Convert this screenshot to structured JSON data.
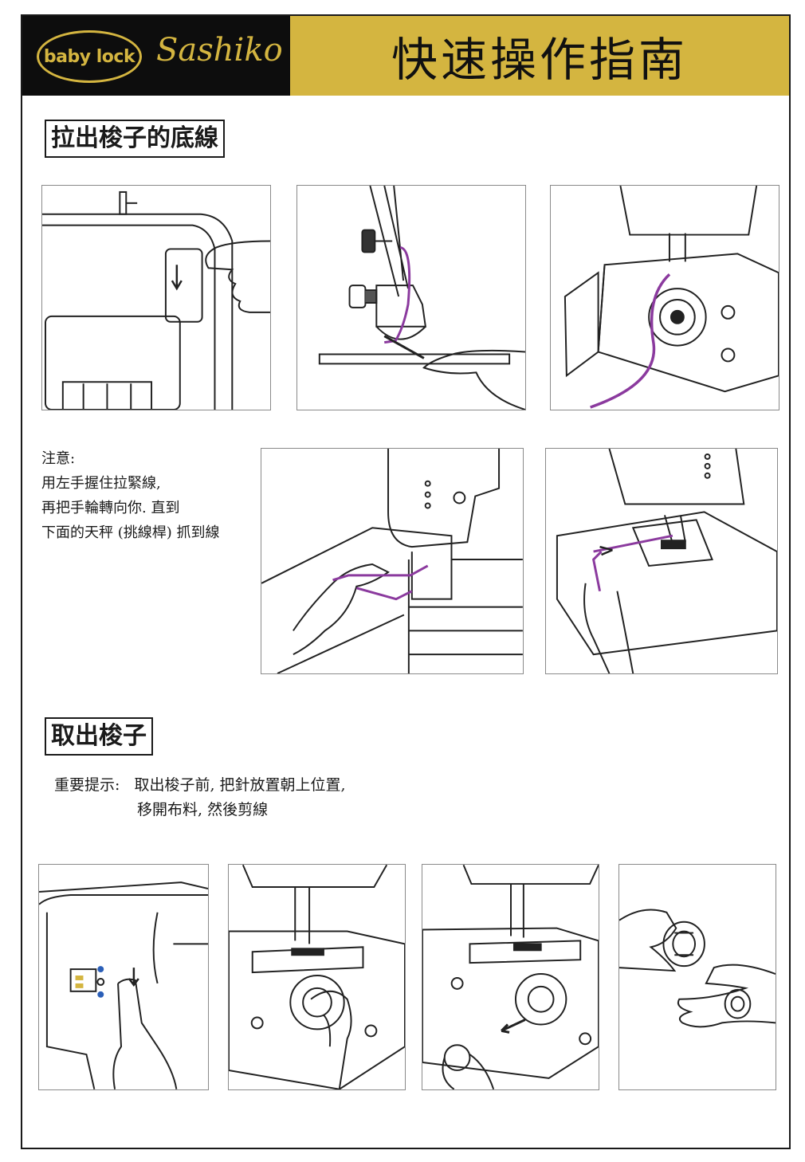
{
  "header": {
    "logo_text": "baby lock",
    "brand": "Sashiko",
    "title": "快速操作指南",
    "colors": {
      "gold": "#d4b540",
      "black": "#0d0d0d",
      "thread": "#8b3a9e"
    }
  },
  "section1": {
    "heading": "拉出梭子的底線",
    "note": {
      "label": "注意:",
      "line1": "用左手握住拉緊線,",
      "line2": "再把手輪轉向你. 直到",
      "line3": "下面的天秤 (挑線桿) 抓到線"
    }
  },
  "section2": {
    "heading": "取出梭子",
    "tip": {
      "label": "重要提示:",
      "line1": "取出梭子前, 把針放置朝上位置,",
      "line2": "移開布料, 然後剪線"
    }
  }
}
